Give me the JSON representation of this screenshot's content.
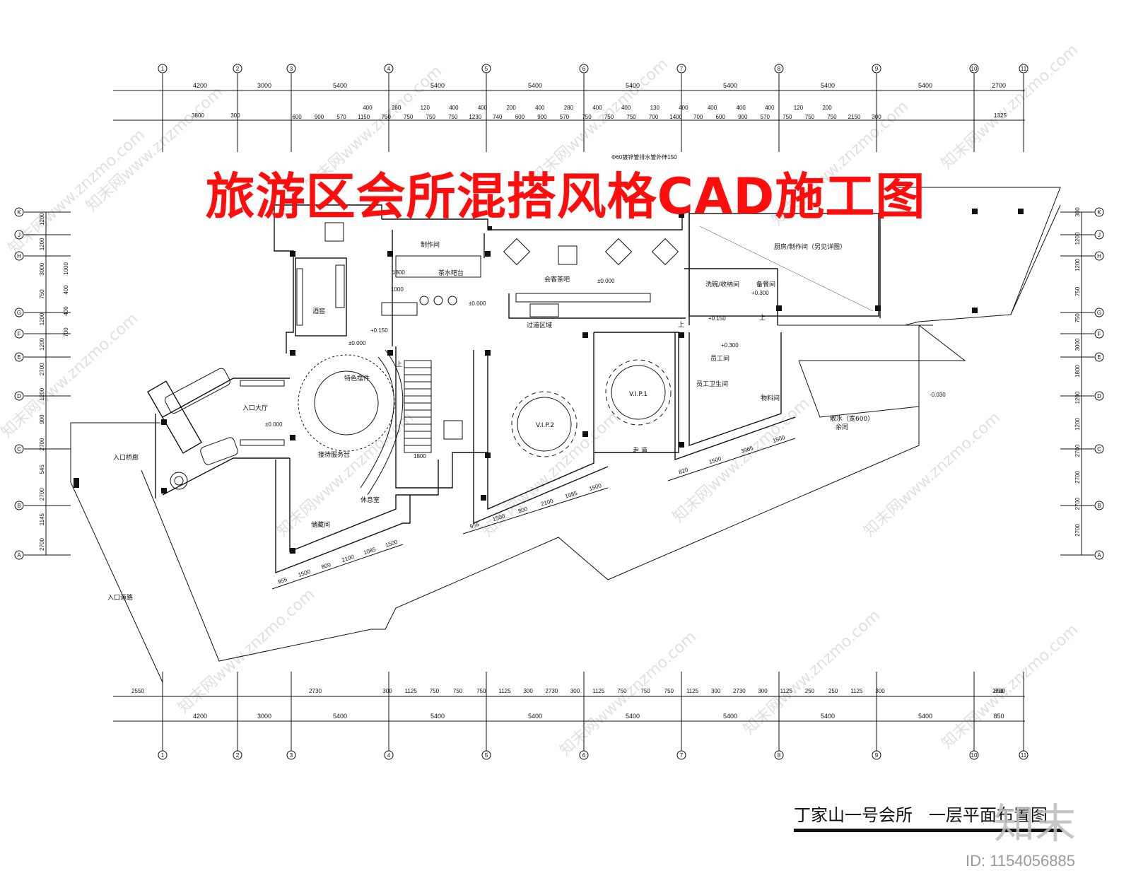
{
  "title": "旅游区会所混搭风格CAD施工图",
  "drawing_caption": "丁家山一号会所   一层平面布置图",
  "logo_text": "知末",
  "id_text": "ID: 1154056885",
  "watermark_text": "知末网www.znzmo.com",
  "grid_columns": [
    "1",
    "2",
    "3",
    "4",
    "5",
    "6",
    "7",
    "8",
    "9",
    "10",
    "11"
  ],
  "grid_rows": [
    "K",
    "J",
    "H",
    "G",
    "F",
    "E",
    "D",
    "C",
    "B",
    "A"
  ],
  "top_dims_main": [
    "4200",
    "3000",
    "5400",
    "5400",
    "5400",
    "5400",
    "5400",
    "5400",
    "5400",
    "2700"
  ],
  "top_dims_sub": [
    "3800",
    "300",
    "1325"
  ],
  "top_dims_detail": [
    "600",
    "900",
    "570",
    "1150",
    "750",
    "750",
    "750",
    "750",
    "1230",
    "740",
    "600",
    "900",
    "570",
    "750",
    "750",
    "750",
    "700",
    "1400",
    "700",
    "600",
    "900",
    "570",
    "750",
    "750",
    "750",
    "2150",
    "300"
  ],
  "top_dims_small": [
    "400",
    "280",
    "120",
    "400",
    "400",
    "200",
    "400",
    "280",
    "400",
    "400",
    "130",
    "400",
    "400",
    "400",
    "400",
    "120",
    "200"
  ],
  "bottom_dims_main": [
    "4200",
    "3000",
    "5400",
    "5400",
    "5400",
    "5400",
    "5400",
    "5400",
    "5400",
    "850"
  ],
  "bottom_dims_sub": [
    "2550",
    "2730",
    "300",
    "1125",
    "750",
    "750",
    "750",
    "1125",
    "300",
    "2730",
    "300",
    "1125",
    "750",
    "750",
    "750",
    "1125",
    "300",
    "2730",
    "300",
    "1125",
    "250",
    "250",
    "1125",
    "300",
    "850",
    "2700"
  ],
  "left_dims": [
    "1200",
    "1200",
    "3000",
    "750",
    "1200",
    "1200",
    "2700",
    "1200",
    "900",
    "2700",
    "545",
    "2700",
    "1145",
    "2700"
  ],
  "left_dims_inner": [
    "1000",
    "400",
    "400",
    "700"
  ],
  "right_dims": [
    "300",
    "1200",
    "1200",
    "750",
    "750",
    "3000",
    "1800",
    "1200",
    "1200",
    "2700",
    "2700",
    "2700",
    "2700"
  ],
  "rooms": {
    "entrance_hall": "入口大厅",
    "entrance_bridge": "入口桥廊",
    "entrance_road": "入口道路",
    "wine_cellar": "酒窖",
    "feature_decor": "特色摆件",
    "reception": "接待服务台",
    "lounge": "休息室",
    "storage_room": "储藏间",
    "workshop": "制作间",
    "tea_bar": "茶水吧台",
    "guest_tea_bar": "会客茶吧",
    "passage": "过道区域",
    "vip1": "V.I.P.1",
    "vip2": "V.I.P.2",
    "kitchen": "厨房/制作间（另见详图）",
    "wash": "洗碗/收纳间",
    "spare": "备餐间",
    "staff": "员工间",
    "staff_wc": "员工卫生间",
    "material": "物料间",
    "drain": "散水（宽600）",
    "drain2": "余同",
    "pipe_note": "Φ60镀锌管排水管外伸150",
    "up": "上",
    "corridor": "走 道"
  },
  "levels": [
    "±0.000",
    "+0.150",
    "±0.000",
    "±0.000",
    "±0.000",
    "+0.300",
    "+0.150",
    "+0.300",
    "-0.030"
  ],
  "annex_dims_left": [
    "955",
    "1500",
    "800",
    "2100",
    "1085",
    "1500"
  ],
  "annex_dims_mid": [
    "955",
    "1500",
    "800",
    "2100",
    "1085",
    "1500"
  ],
  "annex_dims_right": [
    "820",
    "1500",
    "3965",
    "1500"
  ],
  "stair_dim": "1800",
  "inner_dims": [
    "1800",
    "1000"
  ]
}
